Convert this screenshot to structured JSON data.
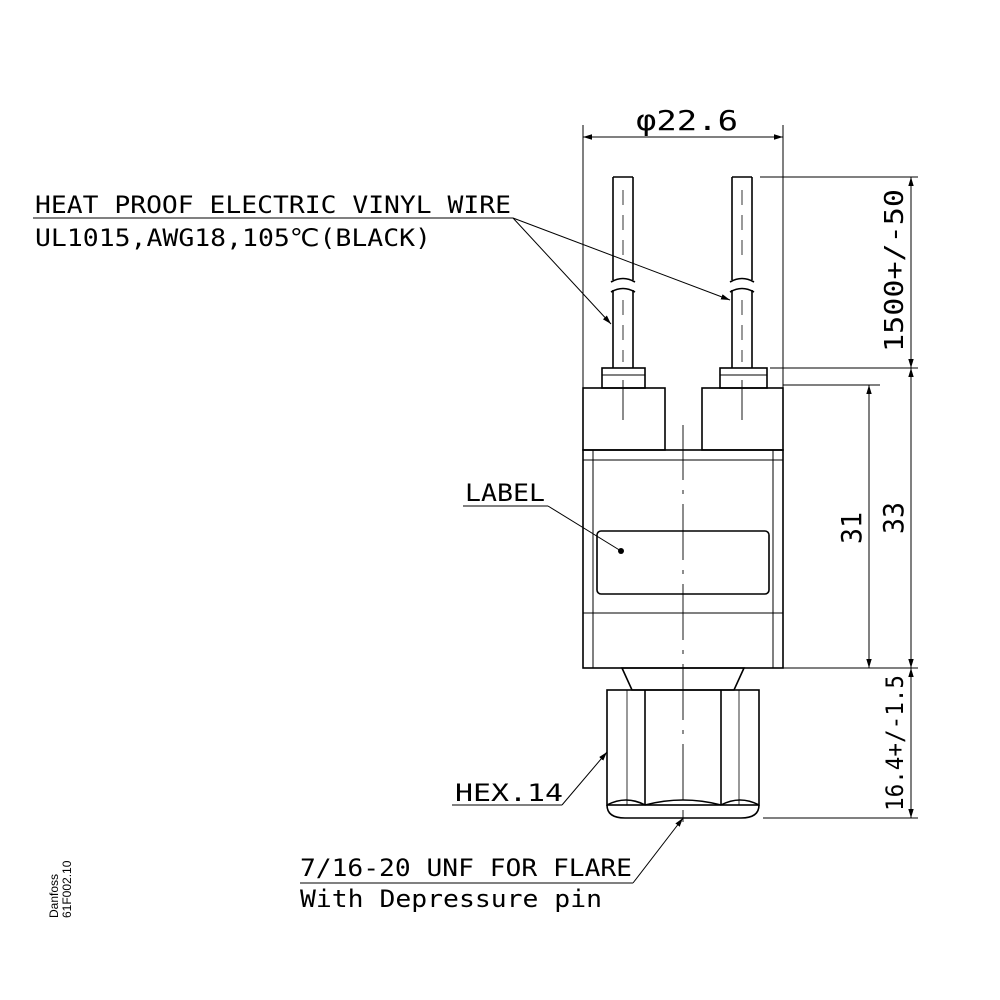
{
  "callouts": {
    "wire_line1": "HEAT PROOF ELECTRIC VINYL WIRE",
    "wire_line2": "UL1015,AWG18,105℃(BLACK)",
    "label": "LABEL",
    "hex": "HEX.14",
    "flare_line1": "7/16-20 UNF FOR FLARE",
    "flare_line2": "With Depressure pin"
  },
  "dimensions": {
    "diameter": "φ22.6",
    "wire_length": "1500+/-50",
    "body_31": "31",
    "body_33": "33",
    "fitting": "16.4+/-1.5"
  },
  "reference": {
    "brand": "Danfoss",
    "code": "61F002.10"
  },
  "colors": {
    "line": "#000000",
    "background": "#ffffff"
  }
}
